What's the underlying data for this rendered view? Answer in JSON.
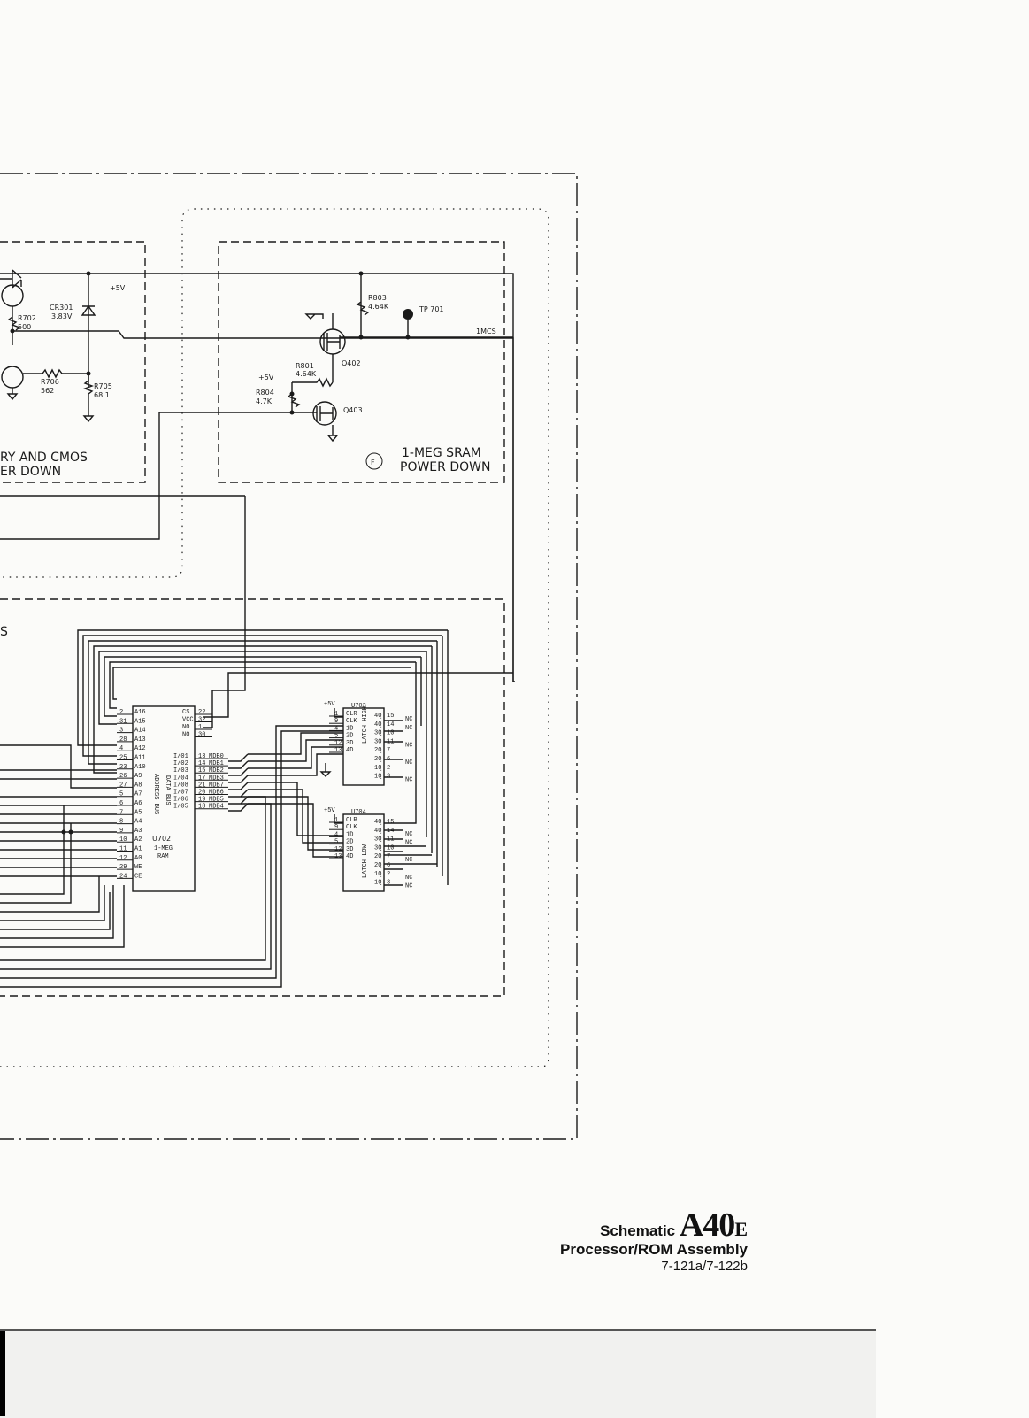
{
  "colors": {
    "paper": "#fbfbf9",
    "ink": "#1a1a1a",
    "strip": "#f1f1ef"
  },
  "title_block": {
    "prefix": "Schematic",
    "code": "A40",
    "suffix": "E",
    "assembly": "Processor/ROM Assembly",
    "part_numbers": "7-121a/7-122b"
  },
  "left_block": {
    "supply": "+5V",
    "cr301": "CR301",
    "cr301_value": "3.83V",
    "r702": "R702",
    "r702_value": "500",
    "r706": "R706",
    "r706_value": "562",
    "r705": "R705",
    "r705_value": "68.1",
    "caption_line1": "RY AND CMOS",
    "caption_line2": "ER DOWN"
  },
  "sram_block": {
    "r803": "R803",
    "r803_value": "4.64K",
    "tp": "TP 701",
    "signal": "1MCS",
    "r801": "R801",
    "r801_value": "4.64K",
    "q402": "Q402",
    "supply": "+5V",
    "r804": "R804",
    "r804_value": "4.7K",
    "q403": "Q403",
    "section_letter": "F",
    "caption_line1": "1-MEG SRAM",
    "caption_line2": "POWER DOWN"
  },
  "lower_block": {
    "cut_label": "S"
  },
  "u702": {
    "ref": "U702",
    "desc1": "1-MEG",
    "desc2": "RAM",
    "address_bus": "ADDRESS BUS",
    "data_bus": "DATA BUS",
    "left_pins": [
      {
        "num": "2",
        "name": "A16"
      },
      {
        "num": "31",
        "name": "A15"
      },
      {
        "num": "3",
        "name": "A14"
      },
      {
        "num": "28",
        "name": "A13"
      },
      {
        "num": "4",
        "name": "A12"
      },
      {
        "num": "25",
        "name": "A11"
      },
      {
        "num": "23",
        "name": "A10"
      },
      {
        "num": "26",
        "name": "A9"
      },
      {
        "num": "27",
        "name": "A8"
      },
      {
        "num": "5",
        "name": "A7"
      },
      {
        "num": "6",
        "name": "A6"
      },
      {
        "num": "7",
        "name": "A5"
      },
      {
        "num": "8",
        "name": "A4"
      },
      {
        "num": "9",
        "name": "A3"
      },
      {
        "num": "10",
        "name": "A2"
      },
      {
        "num": "11",
        "name": "A1"
      },
      {
        "num": "12",
        "name": "A0"
      },
      {
        "num": "29",
        "name": "WE"
      },
      {
        "num": "24",
        "name": "CE"
      }
    ],
    "right_top": [
      {
        "name": "CS",
        "num": "22"
      },
      {
        "name": "VCC",
        "num": "32"
      },
      {
        "name": "NO",
        "num": "1"
      },
      {
        "name": "NO",
        "num": "30"
      }
    ],
    "right_data": [
      {
        "name": "I/01",
        "num": "13",
        "net": "MDB0"
      },
      {
        "name": "I/02",
        "num": "14",
        "net": "MDB1"
      },
      {
        "name": "I/03",
        "num": "15",
        "net": "MDB2"
      },
      {
        "name": "I/04",
        "num": "17",
        "net": "MDB3"
      },
      {
        "name": "I/08",
        "num": "21",
        "net": "MDB7"
      },
      {
        "name": "I/07",
        "num": "20",
        "net": "MDB6"
      },
      {
        "name": "I/06",
        "num": "19",
        "net": "MDB5"
      },
      {
        "name": "I/05",
        "num": "18",
        "net": "MDB4"
      }
    ]
  },
  "u703": {
    "ref": "U703",
    "supply": "+5V",
    "latch": "LATCH HIGH",
    "left": [
      {
        "num": "1",
        "name": "CLR"
      },
      {
        "num": "9",
        "name": "CLK"
      },
      {
        "num": "4",
        "name": "1D"
      },
      {
        "num": "5",
        "name": "2D"
      },
      {
        "num": "12",
        "name": "3D"
      },
      {
        "num": "13",
        "name": "4D"
      }
    ],
    "right": [
      {
        "name": "4Q",
        "num": "15",
        "nc": "NC"
      },
      {
        "name": "4Q",
        "num": "14",
        "nc": "NC"
      },
      {
        "name": "3Q",
        "num": "10",
        "nc": ""
      },
      {
        "name": "3Q",
        "num": "11",
        "nc": "NC"
      },
      {
        "name": "2Q",
        "num": "7",
        "nc": ""
      },
      {
        "name": "2Q",
        "num": "6",
        "nc": "NC"
      },
      {
        "name": "1Q",
        "num": "2",
        "nc": ""
      },
      {
        "name": "1Q",
        "num": "3",
        "nc": "NC"
      }
    ]
  },
  "u704": {
    "ref": "U704",
    "supply": "+5V",
    "latch": "LATCH LOW",
    "left": [
      {
        "num": "1",
        "name": "CLR"
      },
      {
        "num": "9",
        "name": "CLK"
      },
      {
        "num": "4",
        "name": "1D"
      },
      {
        "num": "5",
        "name": "2D"
      },
      {
        "num": "12",
        "name": "3D"
      },
      {
        "num": "13",
        "name": "4D"
      }
    ],
    "right": [
      {
        "name": "4Q",
        "num": "15",
        "nc": ""
      },
      {
        "name": "4Q",
        "num": "14",
        "nc": "NC"
      },
      {
        "name": "3Q",
        "num": "11",
        "nc": "NC"
      },
      {
        "name": "3Q",
        "num": "10",
        "nc": ""
      },
      {
        "name": "2Q",
        "num": "7",
        "nc": "NC"
      },
      {
        "name": "2Q",
        "num": "6",
        "nc": ""
      },
      {
        "name": "1Q",
        "num": "2",
        "nc": "NC"
      },
      {
        "name": "1Q",
        "num": "3",
        "nc": "NC"
      }
    ]
  }
}
